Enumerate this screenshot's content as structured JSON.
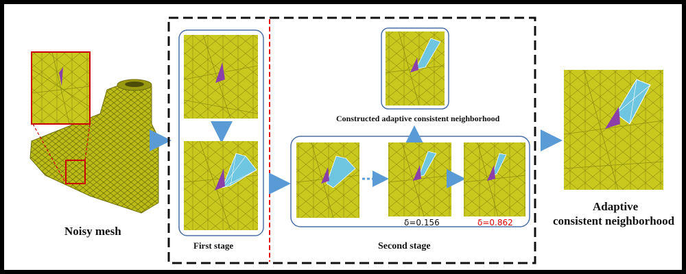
{
  "labels": {
    "noisy_mesh": "Noisy mesh",
    "first_stage": "First stage",
    "second_stage": "Second stage",
    "constructed": "Constructed adaptive consistent neighborhood",
    "adaptive_line1": "Adaptive",
    "adaptive_line2": "consistent neighborhood",
    "delta_1": "δ=0.156",
    "delta_2": "δ=0.862"
  },
  "colors": {
    "mesh_fill": "#c8c81e",
    "mesh_edge": "#8f8f10",
    "panel_border": "#4a6fa5",
    "arrow": "#5b9bd5",
    "highlight": "#cc0000",
    "facet_cyan": "#6ec6e0",
    "facet_purple": "#8b3fa8"
  }
}
